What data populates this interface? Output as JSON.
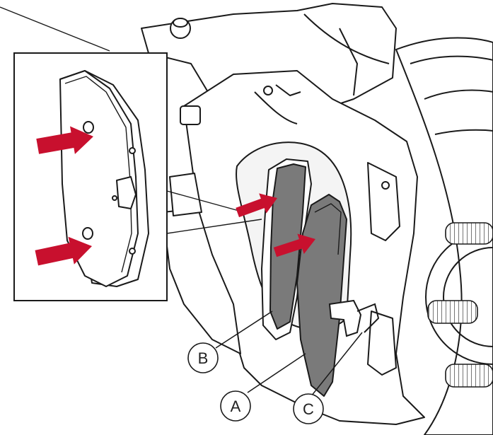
{
  "figure": {
    "callouts": [
      {
        "id": "A",
        "label": "A"
      },
      {
        "id": "B",
        "label": "B"
      },
      {
        "id": "C",
        "label": "C"
      }
    ],
    "colors": {
      "arrow": "#c8102e",
      "line": "#1a1a1a",
      "pad": "#7a7a7a",
      "background": "#ffffff"
    }
  }
}
